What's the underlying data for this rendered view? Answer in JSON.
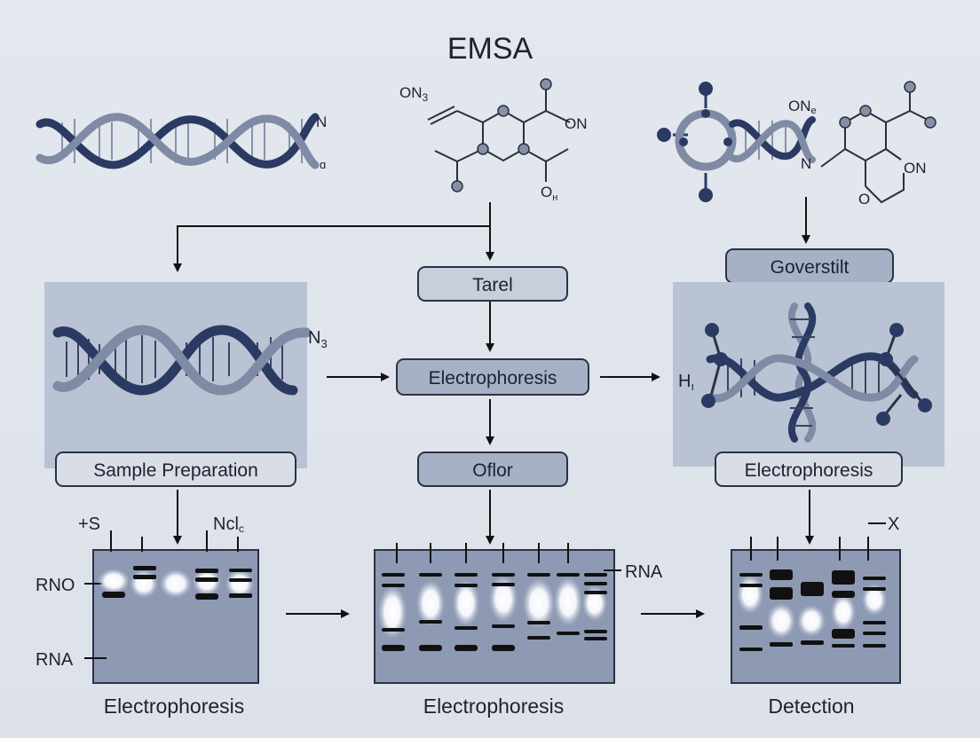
{
  "title": "EMSA",
  "colors": {
    "background": "#e0e4eb",
    "panel": "#b9c3d3",
    "gel": "#8e9ab3",
    "helix_dark": "#2a3a62",
    "helix_light": "#7f8aa4",
    "pill_fill": "#c7cfdc",
    "pill_stroke": "#2a3244",
    "atom": "#2a3a62"
  },
  "icons": [
    "dna-double-helix-icon",
    "molecule-structure-icon",
    "dna-protein-complex-icon"
  ],
  "top": {
    "molecule_labels": {
      "dna_n": "N",
      "dna_sub": "ɑ",
      "mol1_on3": "ON",
      "mol1_on3_sub": "3",
      "mol1_on": "ON",
      "mol1_oh": "O",
      "mol1_oh_sub": "н",
      "mol2_on": "ON",
      "mol2_on_sub": "e",
      "mol2_n": "N",
      "mol2_on_right": "ON"
    }
  },
  "middle": {
    "left_panel": {
      "n3": "N",
      "n3_sub": "3",
      "label": "Sample Preparation"
    },
    "center": {
      "top_pill": "Tarel",
      "mid_pill": "Electrophoresis",
      "bottom_pill": "Oflor"
    },
    "right_panel": {
      "top_pill": "Goverstilt",
      "h_label": "H",
      "h_sub": "ı",
      "label": "Electrophoresis"
    }
  },
  "gels": {
    "left": {
      "label_top_left": "+S",
      "label_top_right": "Ncl",
      "label_top_right_sub": "c",
      "label_rno": "RNO",
      "label_rna": "RNA",
      "caption": "Electrophoresis"
    },
    "center": {
      "label_rna": "RNA",
      "caption": "Electrophoresis"
    },
    "right": {
      "label_x": "X",
      "caption": "Detection"
    }
  }
}
